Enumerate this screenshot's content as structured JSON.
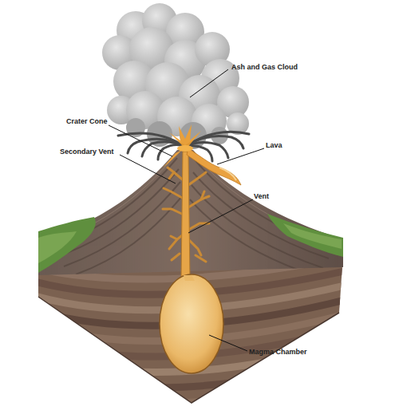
{
  "diagram": {
    "labels": [
      "Ash and Gas Cloud",
      "Crater Cone",
      "Lava",
      "Secondary Vent",
      "Vent",
      "Magma Chamber"
    ]
  }
}
